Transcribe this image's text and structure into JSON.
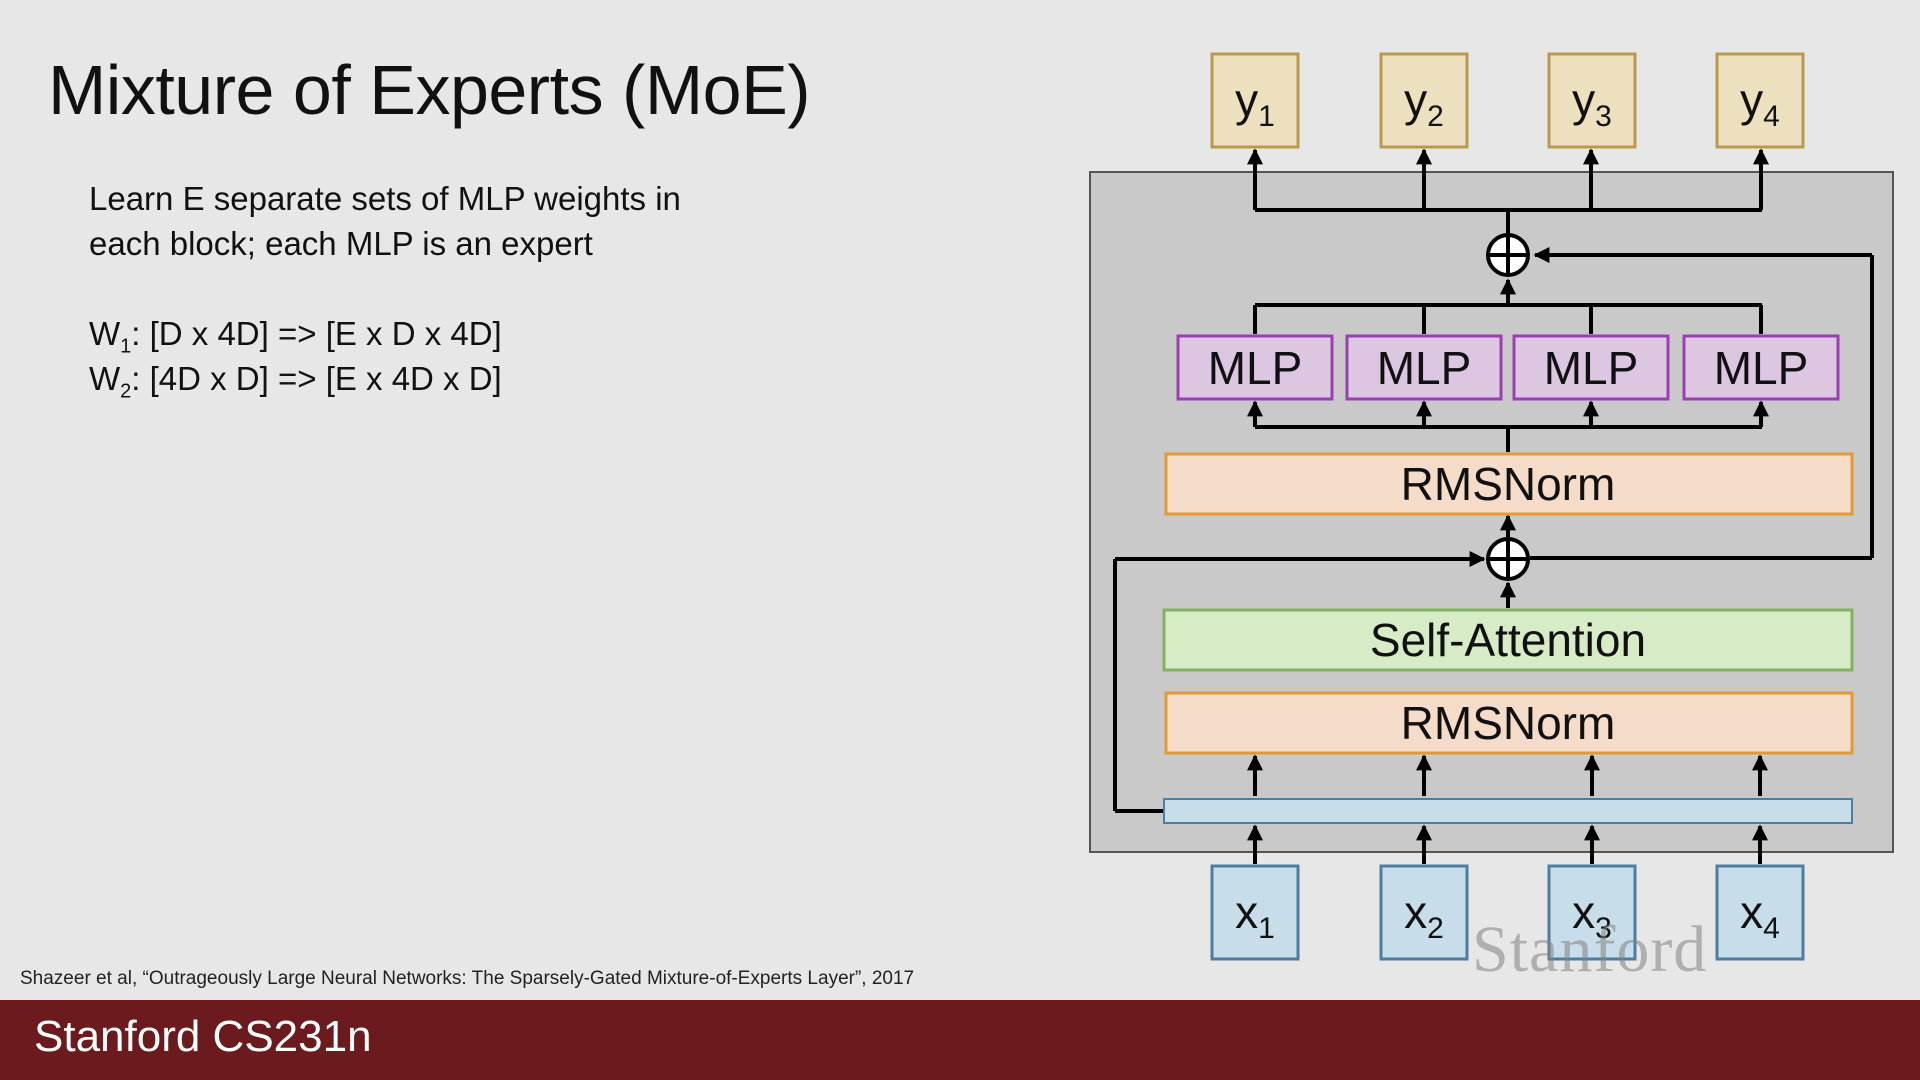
{
  "slide": {
    "title": "Mixture of Experts (MoE)",
    "bullet_lines": [
      "Learn E separate sets of MLP weights in",
      "each block; each MLP is an expert"
    ],
    "equations": [
      {
        "prefix": "W",
        "subscript": "1",
        "rest": ": [D x 4D] => [E x D x 4D]"
      },
      {
        "prefix": "W",
        "subscript": "2",
        "rest": ": [4D x D] => [E x 4D x D]"
      }
    ],
    "citation": "Shazeer et al, “Outrageously Large Neural Networks: The Sparsely-Gated Mixture-of-Experts Layer”, 2017",
    "footer": "Stanford CS231n",
    "watermark": "Stanford"
  },
  "diagram": {
    "outputs": [
      {
        "base": "y",
        "sub": "1"
      },
      {
        "base": "y",
        "sub": "2"
      },
      {
        "base": "y",
        "sub": "3"
      },
      {
        "base": "y",
        "sub": "4"
      }
    ],
    "inputs": [
      {
        "base": "x",
        "sub": "1"
      },
      {
        "base": "x",
        "sub": "2"
      },
      {
        "base": "x",
        "sub": "3"
      },
      {
        "base": "x",
        "sub": "4"
      }
    ],
    "experts": [
      "MLP",
      "MLP",
      "MLP",
      "MLP"
    ],
    "norm_top": "RMSNorm",
    "attention": "Self-Attention",
    "norm_bottom": "RMSNorm",
    "colors": {
      "output_fill": "#ece0be",
      "output_stroke": "#b89a4e",
      "input_fill": "#c7dde9",
      "input_stroke": "#4b7ea0",
      "mlp_fill": "#ddc6e2",
      "mlp_stroke": "#9a3fb2",
      "norm_fill": "#f5dcc9",
      "norm_stroke": "#e39a35",
      "attn_fill": "#d7ebc7",
      "attn_stroke": "#7fb35c",
      "block_bg": "#c9c9c9"
    }
  }
}
